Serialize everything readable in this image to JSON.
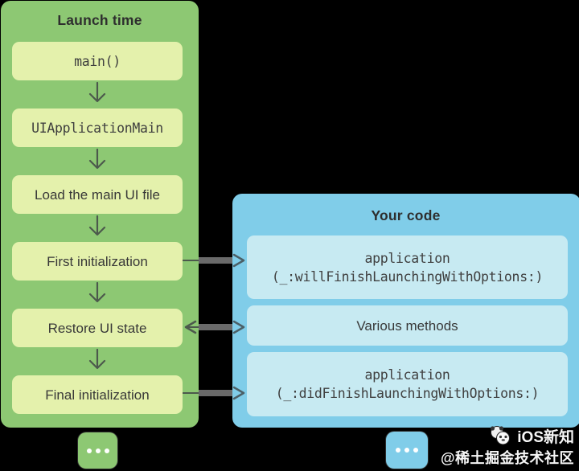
{
  "launch_panel": {
    "title": "Launch time",
    "steps": [
      {
        "label": "main()"
      },
      {
        "label": "UIApplicationMain"
      },
      {
        "label": "Load the main UI file"
      },
      {
        "label": "First initialization"
      },
      {
        "label": "Restore UI state"
      },
      {
        "label": "Final initialization"
      }
    ]
  },
  "code_panel": {
    "title": "Your code",
    "methods": [
      {
        "lines": [
          "application",
          "(_:willFinishLaunchingWithOptions:)"
        ]
      },
      {
        "lines": [
          "Various methods"
        ]
      },
      {
        "lines": [
          "application",
          "(_:didFinishLaunchingWithOptions:)"
        ]
      }
    ]
  },
  "connections": [
    {
      "from": "First initialization",
      "to": "application(_:willFinishLaunchingWithOptions:)",
      "direction": "right"
    },
    {
      "from": "Restore UI state",
      "to": "Various methods",
      "direction": "both"
    },
    {
      "from": "Final initialization",
      "to": "application(_:didFinishLaunchingWithOptions:)",
      "direction": "right"
    }
  ],
  "watermark": {
    "line1": "iOS新知",
    "line2": "@稀土掘金技术社区"
  },
  "icons": {
    "launch_more": "ellipsis-icon",
    "code_more": "ellipsis-icon",
    "watermark_logo": "panda-avatar-icon"
  },
  "colors": {
    "background": "#000000",
    "launch_panel": "#8dc873",
    "launch_box": "#e4f1ac",
    "code_panel": "#80cde9",
    "code_box": "#c7eaf2",
    "arrow_thin": "#4c594c",
    "arrow_shaft": "#6a6a6a",
    "title_text": "#2e2e2e",
    "dots": "#ffffff"
  }
}
